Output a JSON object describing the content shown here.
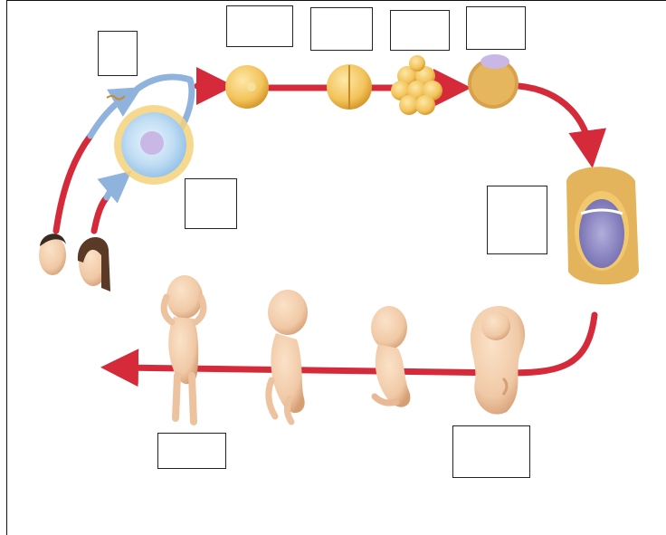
{
  "diagram": {
    "type": "life-cycle",
    "stages": [
      {
        "name": "parents",
        "icon": "parents-heads-icon"
      },
      {
        "name": "fertilization",
        "icon": "egg-sperm-icon"
      },
      {
        "name": "zygote",
        "icon": "zygote-icon"
      },
      {
        "name": "two-cell",
        "icon": "two-cell-icon"
      },
      {
        "name": "morula",
        "icon": "morula-icon"
      },
      {
        "name": "early-blastocyst",
        "icon": "blastocyst-icon"
      },
      {
        "name": "implanted-blastocyst",
        "icon": "implanted-blastocyst-icon"
      },
      {
        "name": "embryo",
        "icon": "embryo-icon"
      },
      {
        "name": "early-fetus",
        "icon": "early-fetus-icon"
      },
      {
        "name": "fetus",
        "icon": "fetus-icon"
      },
      {
        "name": "late-fetus",
        "icon": "late-fetus-icon"
      }
    ],
    "label_boxes": [
      "",
      "",
      "",
      "",
      "",
      "",
      "",
      "",
      ""
    ],
    "colors": {
      "cycle_arrow": "#d42a3a",
      "sperm_arrow": "#8fb3dc",
      "cell_fill": "#f2c35a",
      "blastocyst_cavity": "#8c86c2",
      "skin": "#f0c9a6"
    }
  }
}
